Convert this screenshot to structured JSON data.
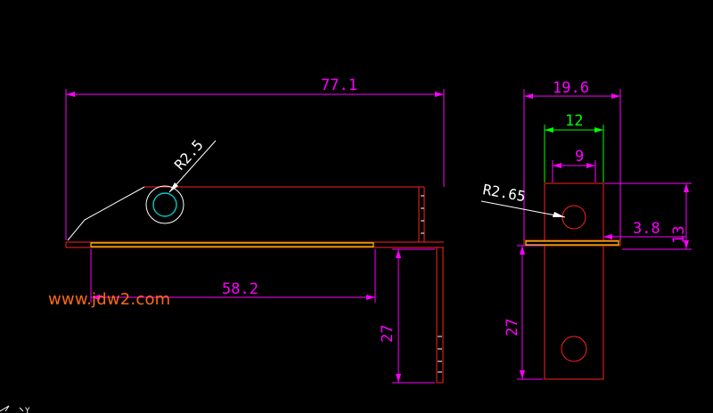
{
  "watermark": "www.jdw2.com",
  "dimensions": {
    "side_overall_length": "77.1",
    "side_hole_radius": "R2.5",
    "side_bottom_length": "58.2",
    "side_vertical_height": "27",
    "front_overall_width": "19.6",
    "front_inner_width": "12",
    "front_hole_spacing": "9",
    "front_hole_radius": "R2.65",
    "front_offset": "3.8",
    "front_top_height": "13",
    "front_vertical_height": "27"
  },
  "ucs_label": "Y",
  "colors": {
    "dimension": "#ff00ff",
    "dimension_green": "#00ff00",
    "outline_red": "#ff2020",
    "outline_white": "#ffffff",
    "hole_cyan": "#00cccc",
    "fill_yellow": "#ffff00",
    "watermark": "#ff6a10"
  }
}
